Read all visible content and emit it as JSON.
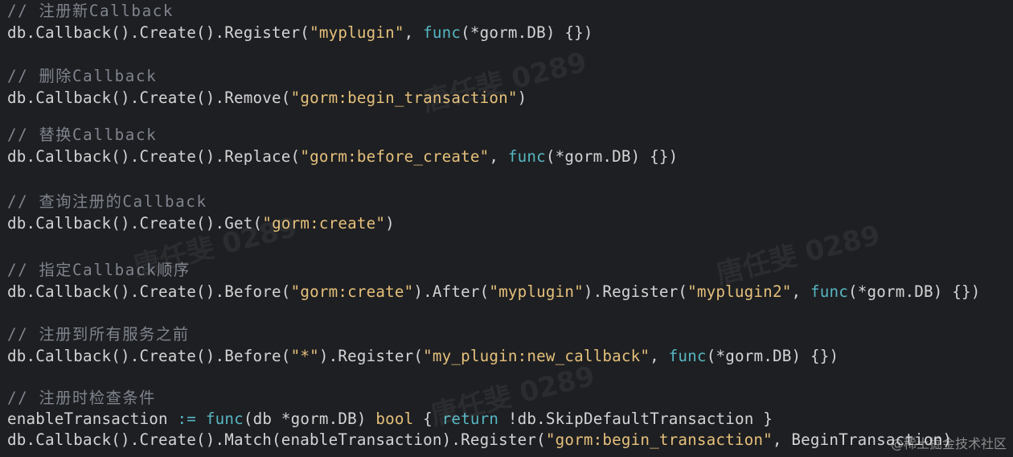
{
  "editor": {
    "lines": [
      {
        "comment": "// 注册新Callback"
      },
      {
        "segments": [
          {
            "t": "db.Callback().Create().Register(",
            "c": "plain"
          },
          {
            "t": "\"myplugin\"",
            "c": "str"
          },
          {
            "t": ", ",
            "c": "plain"
          },
          {
            "t": "func",
            "c": "kw"
          },
          {
            "t": "(*gorm.DB) {})",
            "c": "plain"
          }
        ]
      },
      {
        "comment": "// 删除Callback"
      },
      {
        "segments": [
          {
            "t": "db.Callback().Create().Remove(",
            "c": "plain"
          },
          {
            "t": "\"gorm:begin_transaction\"",
            "c": "str"
          },
          {
            "t": ")",
            "c": "plain"
          }
        ]
      },
      {
        "comment": "// 替换Callback"
      },
      {
        "segments": [
          {
            "t": "db.Callback().Create().Replace(",
            "c": "plain"
          },
          {
            "t": "\"gorm:before_create\"",
            "c": "str"
          },
          {
            "t": ", ",
            "c": "plain"
          },
          {
            "t": "func",
            "c": "kw"
          },
          {
            "t": "(*gorm.DB) {})",
            "c": "plain"
          }
        ]
      },
      {
        "comment": "// 查询注册的Callback"
      },
      {
        "segments": [
          {
            "t": "db.Callback().Create().Get(",
            "c": "plain"
          },
          {
            "t": "\"gorm:create\"",
            "c": "str"
          },
          {
            "t": ")",
            "c": "plain"
          }
        ]
      },
      {
        "comment": "// 指定Callback顺序"
      },
      {
        "segments": [
          {
            "t": "db.Callback().Create().Before(",
            "c": "plain"
          },
          {
            "t": "\"gorm:create\"",
            "c": "str"
          },
          {
            "t": ").After(",
            "c": "plain"
          },
          {
            "t": "\"myplugin\"",
            "c": "str"
          },
          {
            "t": ").Register(",
            "c": "plain"
          },
          {
            "t": "\"myplugin2\"",
            "c": "str"
          },
          {
            "t": ", ",
            "c": "plain"
          },
          {
            "t": "func",
            "c": "kw"
          },
          {
            "t": "(*gorm.DB) {})",
            "c": "plain"
          }
        ]
      },
      {
        "comment": "// 注册到所有服务之前"
      },
      {
        "segments": [
          {
            "t": "db.Callback().Create().Before(",
            "c": "plain"
          },
          {
            "t": "\"*\"",
            "c": "str"
          },
          {
            "t": ").Register(",
            "c": "plain"
          },
          {
            "t": "\"my_plugin:new_callback\"",
            "c": "str"
          },
          {
            "t": ", ",
            "c": "plain"
          },
          {
            "t": "func",
            "c": "kw"
          },
          {
            "t": "(*gorm.DB) {})",
            "c": "plain"
          }
        ]
      },
      {
        "comment": "// 注册时检查条件"
      },
      {
        "segments": [
          {
            "t": "enableTransaction ",
            "c": "plain"
          },
          {
            "t": ":=",
            "c": "op"
          },
          {
            "t": " ",
            "c": "plain"
          },
          {
            "t": "func",
            "c": "kw"
          },
          {
            "t": "(db *gorm.DB) ",
            "c": "plain"
          },
          {
            "t": "bool",
            "c": "kwb"
          },
          {
            "t": " { ",
            "c": "plain"
          },
          {
            "t": "return",
            "c": "kw"
          },
          {
            "t": " !db.SkipDefaultTransaction }",
            "c": "plain"
          }
        ]
      },
      {
        "segments": [
          {
            "t": "db.Callback().Create().Match(enableTransaction).Register(",
            "c": "plain"
          },
          {
            "t": "\"gorm:begin_transaction\"",
            "c": "str"
          },
          {
            "t": ", BeginTransaction)",
            "c": "plain"
          }
        ]
      }
    ]
  },
  "watermarks": [
    "唐任斐 0289",
    "唐任斐 0289",
    "唐任斐 0289",
    "唐任斐 0289"
  ],
  "corner_mark": "@稀土掘金技术社区",
  "colors": {
    "background": "#1e1f22",
    "text": "#d4d4d6",
    "comment": "#7f848e",
    "string": "#e5c07b",
    "keyword": "#56b6c2"
  }
}
